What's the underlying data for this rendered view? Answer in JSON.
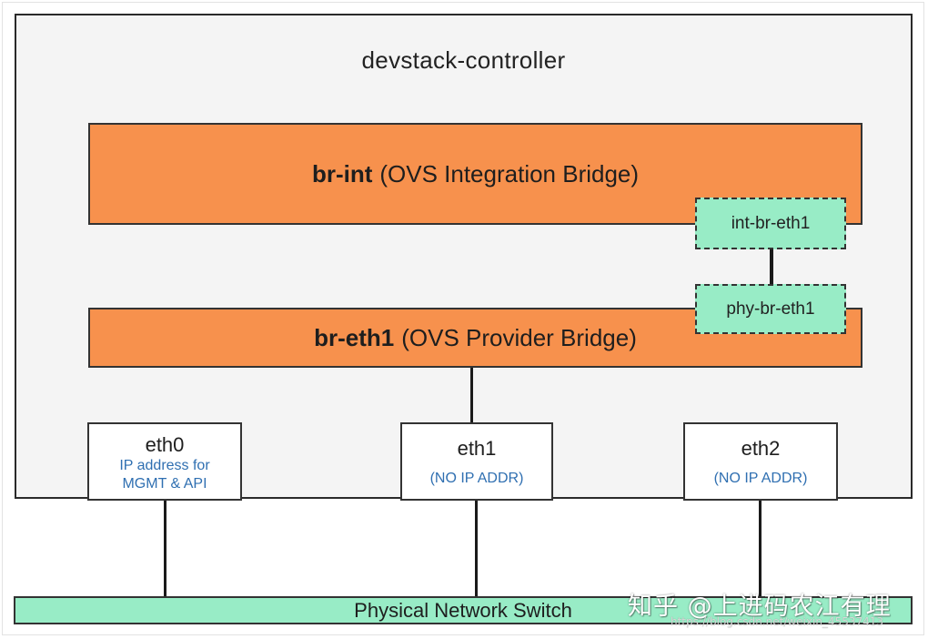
{
  "controller": {
    "title": "devstack-controller"
  },
  "bridges": {
    "br_int": {
      "name": "br-int",
      "desc": "(OVS Integration Bridge)"
    },
    "br_eth1": {
      "name": "br-eth1",
      "desc": "(OVS Provider Bridge)"
    }
  },
  "ports": {
    "int_br_eth1": "int-br-eth1",
    "phy_br_eth1": "phy-br-eth1"
  },
  "interfaces": {
    "eth0": {
      "name": "eth0",
      "sub_line1": "IP address for",
      "sub_line2": "MGMT & API"
    },
    "eth1": {
      "name": "eth1",
      "sub": "(NO IP ADDR)"
    },
    "eth2": {
      "name": "eth2",
      "sub": "(NO IP ADDR)"
    }
  },
  "switch": {
    "label": "Physical Network Switch"
  },
  "watermark": {
    "main": "知乎 @上进码农江有理",
    "url": "https://blog.csdn.net/weixin_45537413"
  },
  "colors": {
    "bridge": "#f7914d",
    "port": "#98ecc6",
    "switch": "#98ecc6",
    "controller_bg": "#f4f4f4",
    "sub_text": "#2f6fb1"
  }
}
